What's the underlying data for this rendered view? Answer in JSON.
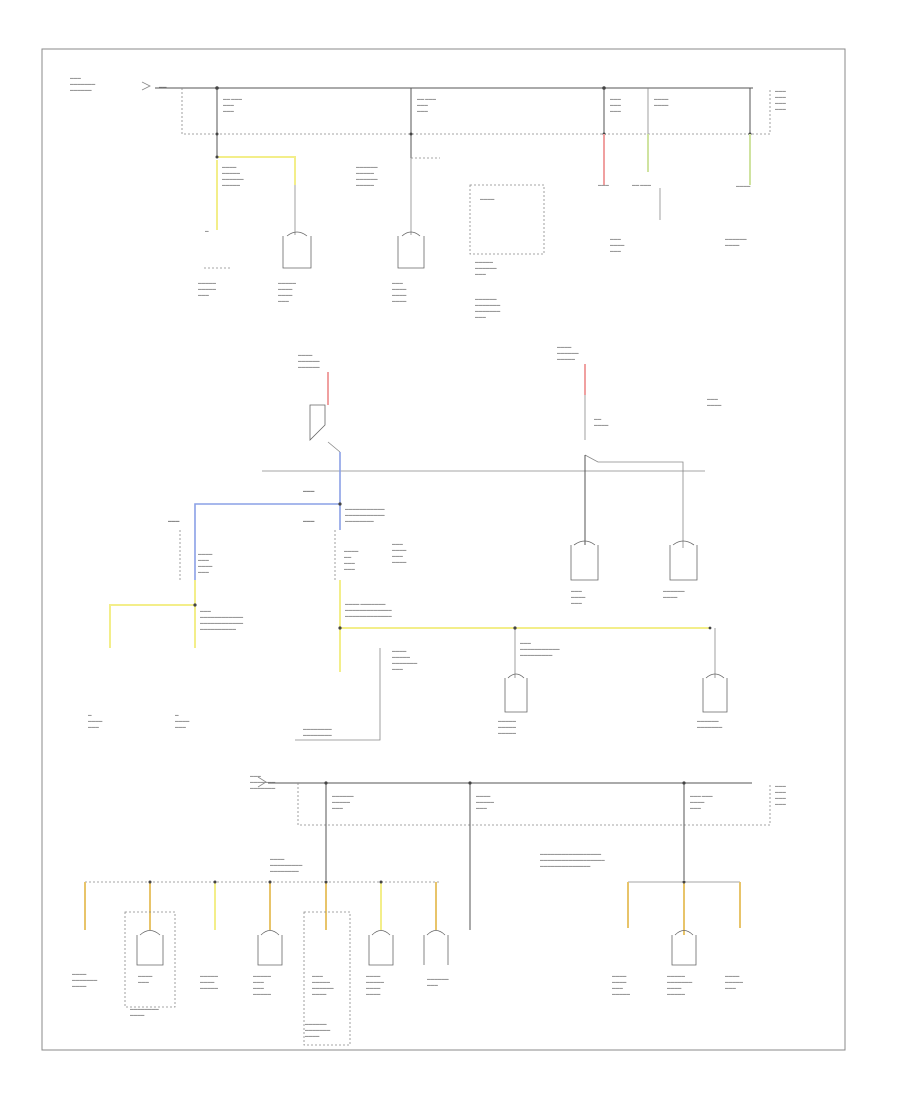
{
  "page": {
    "page_id": "",
    "border_color": "#888888"
  },
  "colors": {
    "wire_yellow": "#f3ee8a",
    "wire_yellow_orange": "#e8c46a",
    "wire_blue": "#8aa0e6",
    "wire_red": "#f0a0a0",
    "wire_tan": "#cfe3a0"
  },
  "diagram": {
    "text_legibility": "illegible at source resolution; only structure is reproduced",
    "sections": [
      {
        "id": "top-fuse-bus",
        "has_fuses": 4,
        "loads": 7
      },
      {
        "id": "middle-relay-section",
        "has_relays": 2,
        "loads": 7
      },
      {
        "id": "bottom-fuse-bus",
        "has_fuses": 3,
        "loads": 11
      }
    ]
  }
}
